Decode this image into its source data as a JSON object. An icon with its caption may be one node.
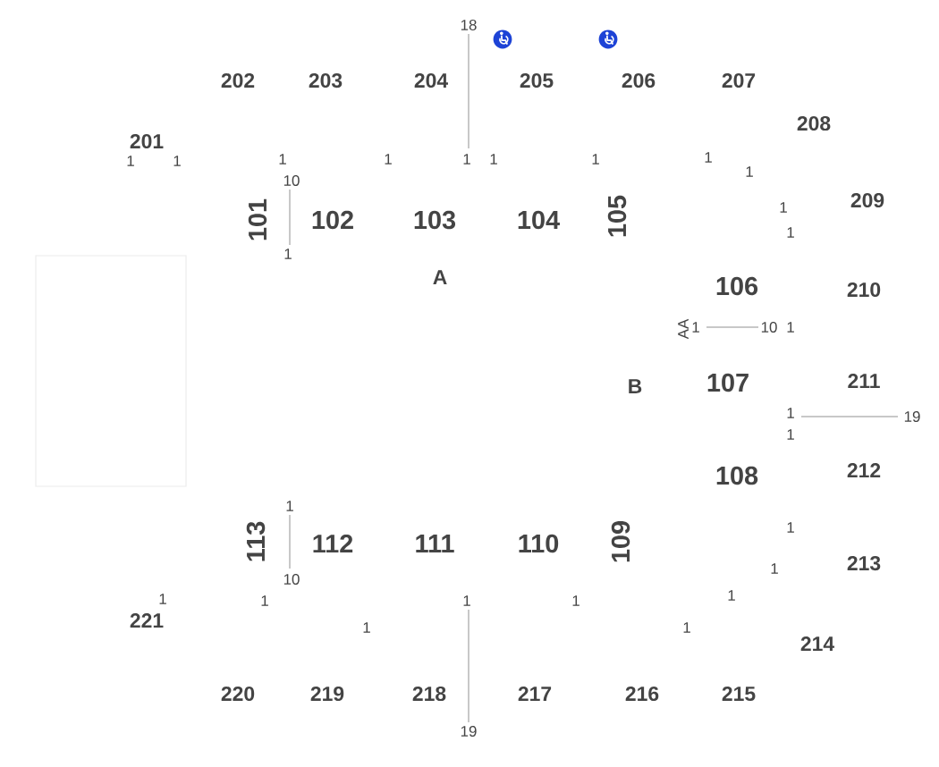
{
  "diagram": {
    "nodes": [
      {
        "text": [],
        "shape": "box"
      }
    ],
    "labels": [
      "18",
      "202",
      "203",
      "204",
      "205",
      "206",
      "207",
      "208",
      "201",
      "1",
      "1",
      "1",
      "1",
      "1",
      "1",
      "1",
      "1",
      "1",
      "10",
      "209",
      "101",
      "102",
      "103",
      "104",
      "105",
      "1",
      "1",
      "1",
      "A",
      "106",
      "210",
      "AA",
      "1",
      "10",
      "1",
      "B",
      "107",
      "211",
      "1",
      "19",
      "1",
      "108",
      "212",
      "1",
      "1",
      "113",
      "112",
      "111",
      "110",
      "109",
      "1",
      "213",
      "10",
      "1",
      "1",
      "1",
      "1",
      "1",
      "221",
      "1",
      "1",
      "214",
      "220",
      "219",
      "218",
      "217",
      "216",
      "215",
      "19"
    ]
  }
}
